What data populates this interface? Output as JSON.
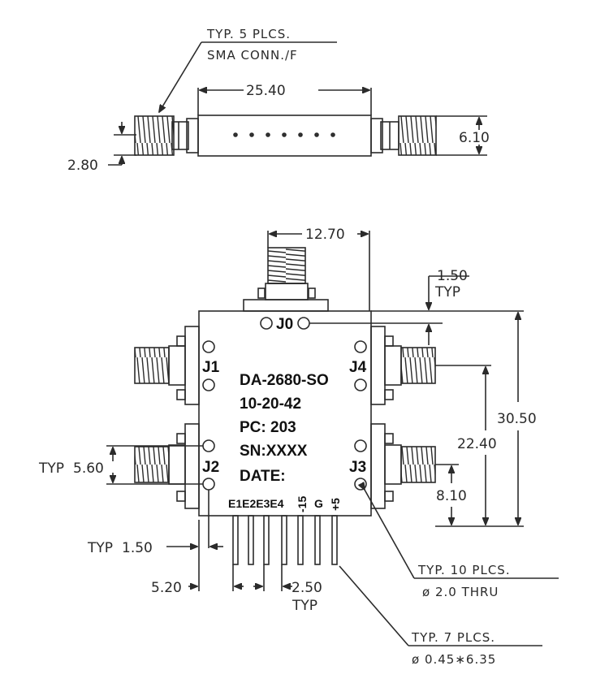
{
  "top_view": {
    "note_line1": "TYP. 5 PLCS.",
    "note_line2": "SMA CONN./F",
    "dim_width": "25.40",
    "dim_height": "6.10",
    "dim_offset": "2.80"
  },
  "main_view": {
    "dim_top_connector": "12.70",
    "dim_edge": "1.50",
    "dim_edge_typ": "TYP",
    "dim_total_height": "30.50",
    "dim_port_span": "22.40",
    "dim_port_offset": "8.10",
    "dim_left_typ": "TYP",
    "dim_left_value": "5.60",
    "dim_pin_typ": "TYP",
    "dim_pin_value": "1.50",
    "dim_pin_start": "5.20",
    "dim_pin_pitch": "2.50",
    "dim_pin_pitch_typ": "TYP"
  },
  "ports": {
    "j0": "J0",
    "j1": "J1",
    "j2": "J2",
    "j3": "J3",
    "j4": "J4"
  },
  "body_text": {
    "line1": "DA-2680-SO",
    "line2": "10-20-42",
    "line3": "PC: 203",
    "line4": "SN:XXXX",
    "line5": "DATE:"
  },
  "pins": {
    "e1e4": "E1E2E3E4",
    "m15": "-15",
    "g": "G",
    "p5": "+5"
  },
  "notes": {
    "holes_line1": "TYP. 10 PLCS.",
    "holes_line2": "ø 2.0 THRU",
    "pins_line1": "TYP. 7 PLCS.",
    "pins_line2": "ø 0.45∗6.35"
  }
}
